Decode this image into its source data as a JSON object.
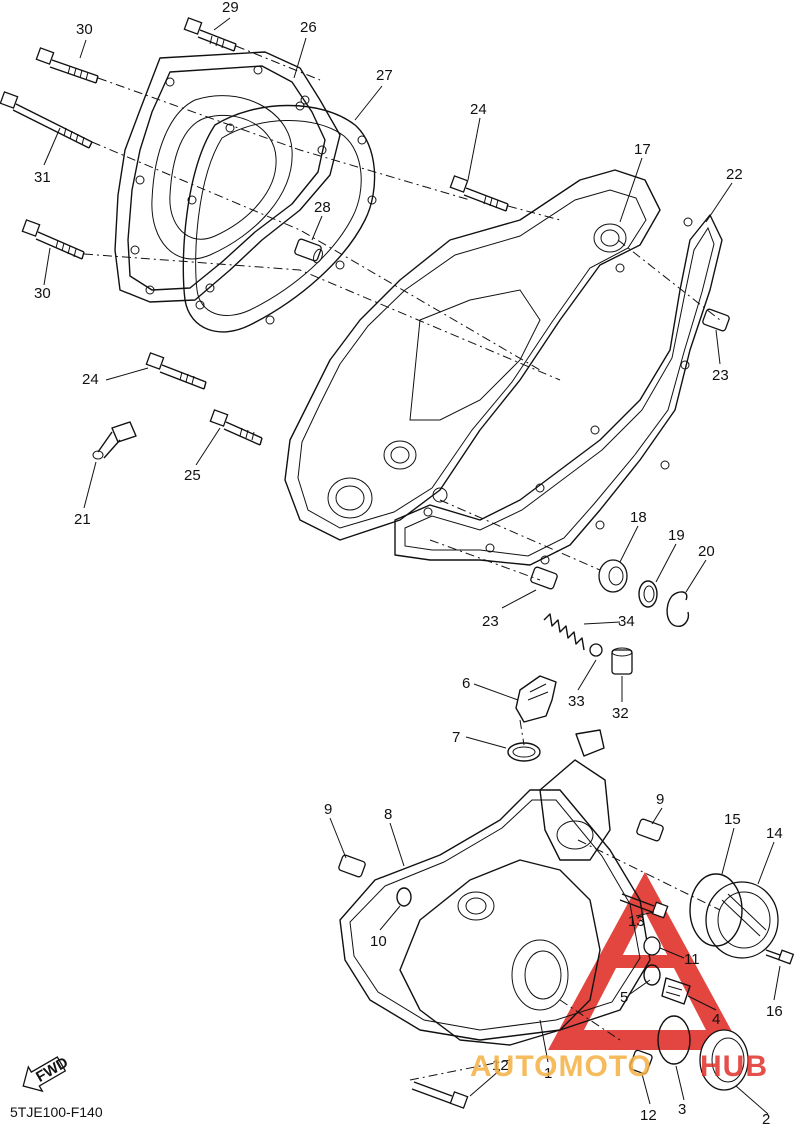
{
  "drawing_code": "5TJE100-F140",
  "fwd_label": "FWD",
  "watermark": {
    "text_left": "AUTOMOTO",
    "text_right": "HUB",
    "color_red": "#e0312b",
    "color_orange": "#f5b041"
  },
  "callouts": [
    {
      "id": "c30a",
      "text": "30"
    },
    {
      "id": "c29",
      "text": "29"
    },
    {
      "id": "c26",
      "text": "26"
    },
    {
      "id": "c27",
      "text": "27"
    },
    {
      "id": "c31",
      "text": "31"
    },
    {
      "id": "c28",
      "text": "28"
    },
    {
      "id": "c30b",
      "text": "30"
    },
    {
      "id": "c24a",
      "text": "24"
    },
    {
      "id": "c17",
      "text": "17"
    },
    {
      "id": "c22",
      "text": "22"
    },
    {
      "id": "c23a",
      "text": "23"
    },
    {
      "id": "c24b",
      "text": "24"
    },
    {
      "id": "c25",
      "text": "25"
    },
    {
      "id": "c21",
      "text": "21"
    },
    {
      "id": "c18",
      "text": "18"
    },
    {
      "id": "c19",
      "text": "19"
    },
    {
      "id": "c20",
      "text": "20"
    },
    {
      "id": "c23b",
      "text": "23"
    },
    {
      "id": "c34",
      "text": "34"
    },
    {
      "id": "c6",
      "text": "6"
    },
    {
      "id": "c33",
      "text": "33"
    },
    {
      "id": "c32",
      "text": "32"
    },
    {
      "id": "c7",
      "text": "7"
    },
    {
      "id": "c9a",
      "text": "9"
    },
    {
      "id": "c8",
      "text": "8"
    },
    {
      "id": "c9b",
      "text": "9"
    },
    {
      "id": "c15",
      "text": "15"
    },
    {
      "id": "c14",
      "text": "14"
    },
    {
      "id": "c13",
      "text": "13"
    },
    {
      "id": "c10",
      "text": "10"
    },
    {
      "id": "c11",
      "text": "11"
    },
    {
      "id": "c5",
      "text": "5"
    },
    {
      "id": "c4",
      "text": "4"
    },
    {
      "id": "c16",
      "text": "16"
    },
    {
      "id": "c1",
      "text": "1"
    },
    {
      "id": "c12a",
      "text": "12"
    },
    {
      "id": "c12b",
      "text": "12"
    },
    {
      "id": "c3",
      "text": "3"
    },
    {
      "id": "c2",
      "text": "2"
    }
  ]
}
